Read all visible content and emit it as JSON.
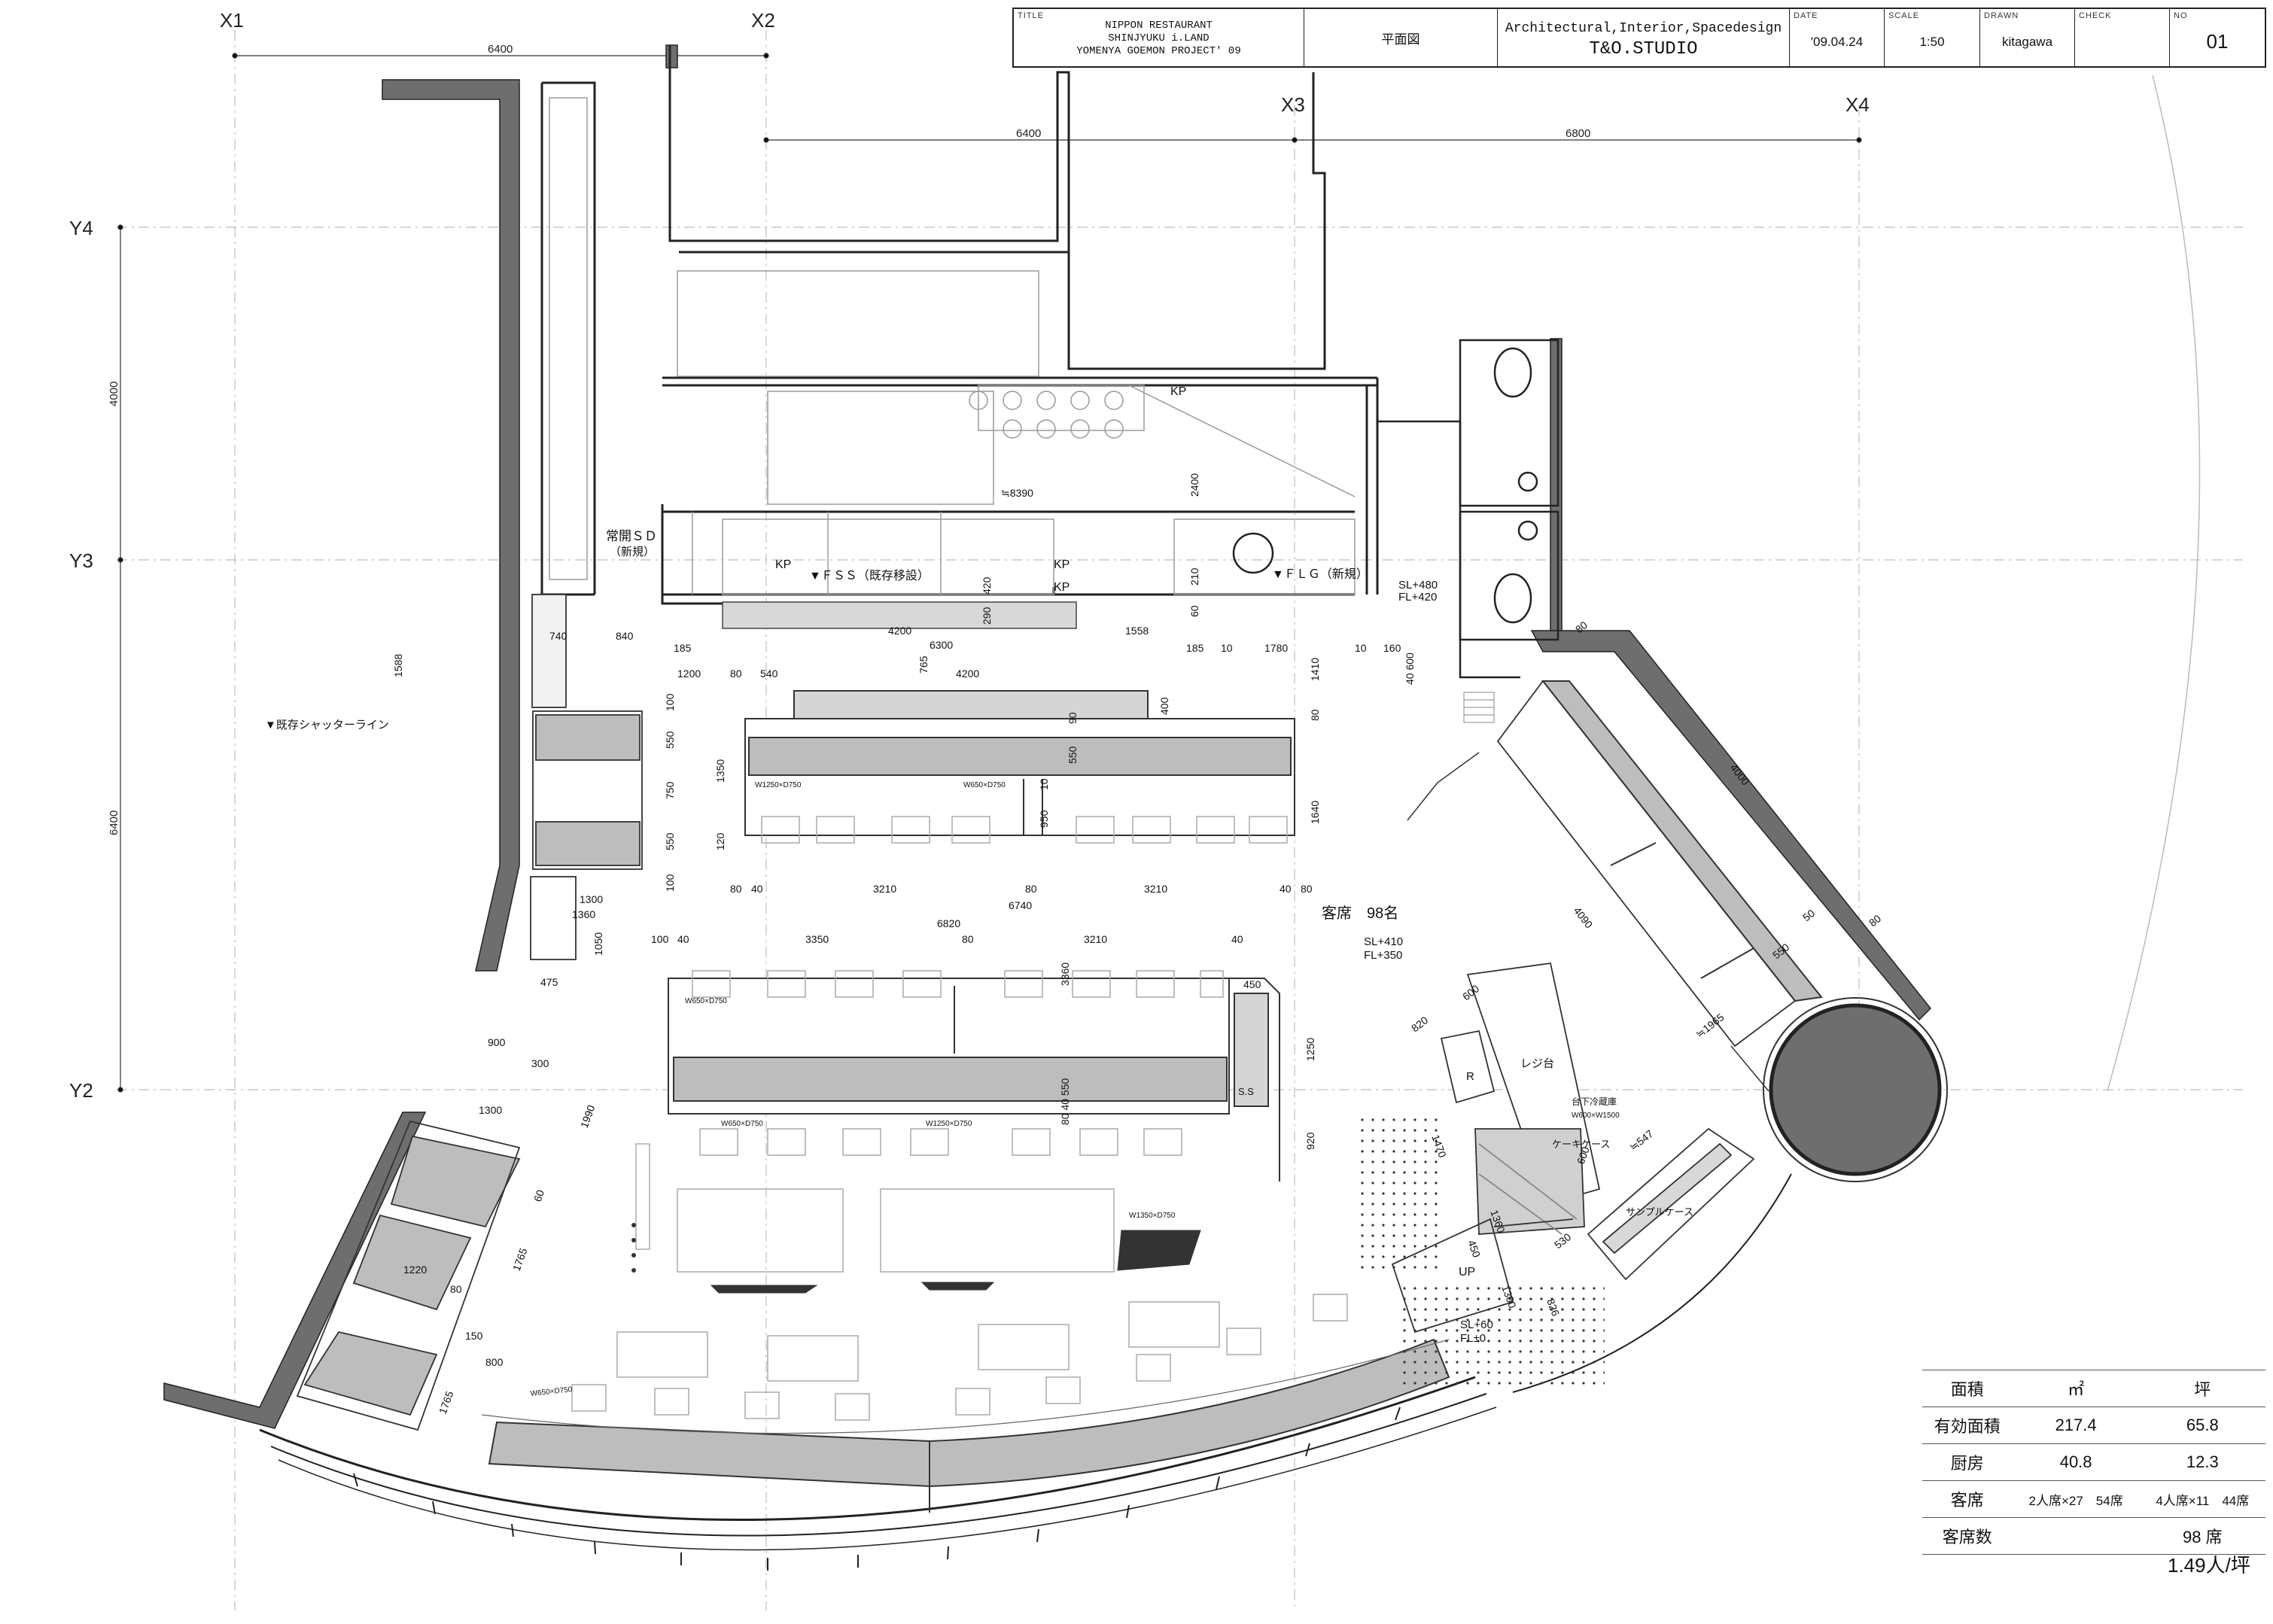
{
  "title_block": {
    "title_caption": "TITLE",
    "project_line1": "NIPPON RESTAURANT",
    "project_line2": "SHINJYUKU i.LAND",
    "project_line3": "YOMENYA GOEMON PROJECT' 09",
    "drawing_name": "平面図",
    "studio_line1": "Architectural,Interior,Spacedesign",
    "studio_line2": "T&O.STUDIO",
    "date_caption": "DATE",
    "date_value": "'09.04.24",
    "scale_caption": "SCALE",
    "scale_value": "1:50",
    "drawn_caption": "DRAWN",
    "drawn_value": "kitagawa",
    "check_caption": "CHECK",
    "check_value": "",
    "no_caption": "NO",
    "no_value": "01"
  },
  "grid": {
    "x1": "X1",
    "x2": "X2",
    "x3": "X3",
    "x4": "X4",
    "y2": "Y2",
    "y3": "Y3",
    "y4": "Y4",
    "dim_x1_x2": "6400",
    "dim_x2_x3": "6400",
    "dim_x3_x4": "6800",
    "dim_y4_y3": "4000",
    "dim_y3_y2": "6400"
  },
  "labels": {
    "kp1": "KP",
    "kp2": "KP",
    "kp3": "KP",
    "kp4": "KP",
    "door_label": "常開ＳＤ",
    "door_label_sub": "（新規）",
    "fss": "▼ＦＳＳ（既存移設）",
    "flg": "▼ＦＬＧ（新規）",
    "shutter": "▼既存シャッターライン",
    "seats": "客席　98名",
    "sl480": "SL+480",
    "fl420": "FL+420",
    "sl410": "SL+410",
    "fl350": "FL+350",
    "sl60": "SL+60",
    "fl0": "FL±0",
    "register": "レジ台",
    "r": "R",
    "cake": "ケーキケース",
    "fridge": "台下冷蔵庫",
    "fridge_size": "W600×W1500",
    "sample": "サンプルケース",
    "up": "UP",
    "ss": "S.S",
    "t1": "W1250×D750",
    "t2": "W650×D750",
    "t3": "W650×D750",
    "t4": "W650×D750",
    "t5": "W1250×D750",
    "t6": "W1350×D750",
    "t7": "W650×D750"
  },
  "dimensions": {
    "d8390": "≒8390",
    "d2400": "2400",
    "d290": "290",
    "d420": "420",
    "d210": "210",
    "d60": "60",
    "d4200a": "4200",
    "d6300": "6300",
    "d1558": "1558",
    "d185a": "185",
    "d185b": "185",
    "d10a": "10",
    "d1780": "1780",
    "d10b": "10",
    "d160": "160",
    "d740": "740",
    "d840": "840",
    "d1588": "1588",
    "d1200": "1200",
    "d80a": "80",
    "d540": "540",
    "d765": "765",
    "d4200b": "4200",
    "d1410": "1410",
    "d40600": "40 600",
    "d100a": "100",
    "d550a": "550",
    "d750": "750",
    "d550b": "550",
    "d100b": "100",
    "d120": "120",
    "d1350": "1350",
    "d90": "90",
    "d550c": "550",
    "d10c": "10",
    "d400": "400",
    "d80b": "80",
    "d950": "950",
    "d1640": "1640",
    "d80c": "80",
    "d40a": "40",
    "d3210a": "3210",
    "d80d": "80",
    "d3210b": "3210",
    "d40b": "40",
    "d80e": "80",
    "d6740": "6740",
    "d1300a": "1300",
    "d1360a": "1360",
    "d1050": "1050",
    "d6820": "6820",
    "d100c": "100",
    "d40c": "40",
    "d3350": "3350",
    "d80f": "80",
    "d3210c": "3210",
    "d40d": "40",
    "d3360": "3360",
    "d475": "475",
    "d450": "450",
    "d1250": "1250",
    "d550d": "80 40 550",
    "d920": "920",
    "d900a": "900",
    "d300": "300",
    "d1300b": "1300",
    "d1990": "1990",
    "d60b": "60",
    "d1765a": "1765",
    "d1220": "1220",
    "d80g": "80",
    "d150": "150",
    "d800": "800",
    "d1765b": "1765",
    "d4000diag": "4000",
    "d4090": "4090",
    "d1965": "≒1965",
    "d550e": "550",
    "d50": "50",
    "d80h": "80",
    "d80i": "80",
    "d600a": "600",
    "d820": "820",
    "d1470": "1470",
    "d600b": "600",
    "d547": "≒547",
    "d1360b": "1360",
    "d450b": "450",
    "d530": "530",
    "d1300c": "1300",
    "d826": "826"
  },
  "area_table": {
    "header": [
      "面積",
      "㎡",
      "坪"
    ],
    "rows": [
      [
        "有効面積",
        "217.4",
        "65.8"
      ],
      [
        "厨房",
        "40.8",
        "12.3"
      ],
      [
        "客席",
        "2人席×27　54席",
        "4人席×11　44席"
      ],
      [
        "客席数",
        "",
        "98 席"
      ]
    ],
    "ratio": "1.49人/坪"
  }
}
